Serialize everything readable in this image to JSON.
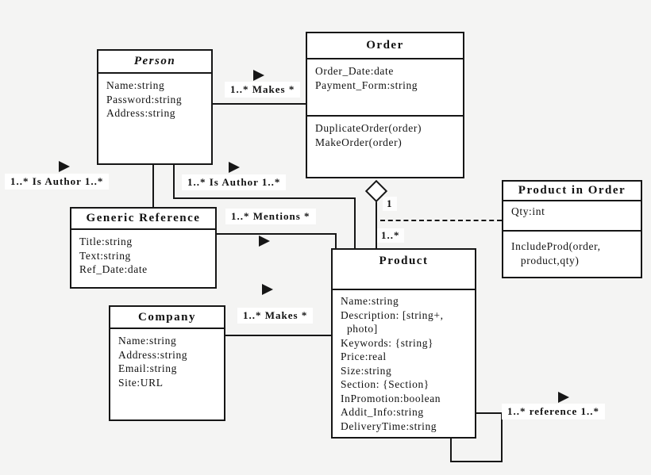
{
  "diagram": {
    "type": "uml-class-diagram",
    "background_color": "#f4f4f3",
    "line_color": "#161616",
    "box_fill_color": "#ffffff"
  },
  "classes": [
    {
      "id": "person",
      "title": "Person",
      "attributes": [
        "Name:string",
        "Password:string",
        "Address:string"
      ],
      "methods": []
    },
    {
      "id": "order",
      "title": "Order",
      "attributes": [
        "Order_Date:date",
        "Payment_Form:string"
      ],
      "methods": [
        "DuplicateOrder(order)",
        "MakeOrder(order)"
      ]
    },
    {
      "id": "generic-reference",
      "title": "Generic Reference",
      "attributes": [
        "Title:string",
        "Text:string",
        "Ref_Date:date"
      ],
      "methods": []
    },
    {
      "id": "company",
      "title": "Company",
      "attributes": [
        "Name:string",
        "Address:string",
        "Email:string",
        "Site:URL"
      ],
      "methods": []
    },
    {
      "id": "product",
      "title": "Product",
      "attributes": [
        "Name:string",
        "Description: [string+,",
        "  photo]",
        "Keywords: {string}",
        "Price:real",
        "Size:string",
        "Section: {Section}",
        "InPromotion:boolean",
        "Addit_Info:string",
        "DeliveryTime:string"
      ],
      "methods": []
    },
    {
      "id": "product-in-order",
      "title": "Product in Order",
      "attributes": [
        "Qty:int"
      ],
      "methods": [
        "IncludeProd(order,",
        "   product,qty)"
      ]
    }
  ],
  "labels": {
    "makes_person_order": "1..* Makes *",
    "is_author_left": "1..* Is Author 1..*",
    "is_author_mid": "1..* Is Author 1..*",
    "mentions": "1..* Mentions *",
    "makes_company_product": "1..* Makes *",
    "reference_self": "1..* reference 1..*",
    "aggregation_one": "1",
    "aggregation_many": "1..*"
  }
}
